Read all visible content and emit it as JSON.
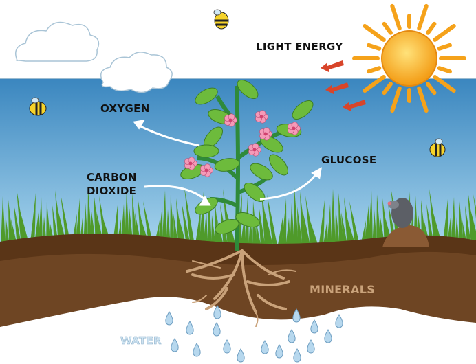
{
  "labels": {
    "light_energy": "LIGHT ENERGY",
    "oxygen": "OXYGEN",
    "carbon_dioxide_line1": "CARBON",
    "carbon_dioxide_line2": "DIOXIDE",
    "glucose": "GLUCOSE",
    "minerals": "MINERALS",
    "water": "WATER"
  },
  "colors": {
    "sky_top": "#3a86bf",
    "sky_bottom": "#a9d6ee",
    "grass": "#4f9a2a",
    "soil_top": "#5a3517",
    "soil": "#6e4523",
    "roots": "#c9a27a",
    "sun": "#f7b21c",
    "arrow": "#ffffff",
    "light_arrow": "#d8452a",
    "flower": "#f59ab8"
  }
}
